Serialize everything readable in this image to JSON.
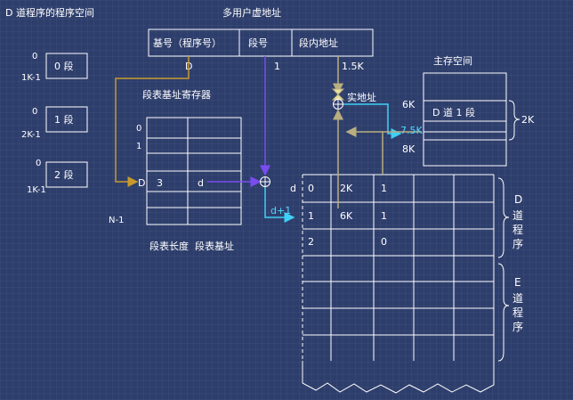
{
  "title": "D 道程序的程序空间",
  "virtual_address": {
    "title": "多用户虚地址",
    "fields": [
      "基号（程序号）",
      "段号",
      "段内地址"
    ],
    "base_value": "D",
    "segment_value": "1",
    "offset_value": "1.5K"
  },
  "program_segments": [
    {
      "start": "0",
      "end": "1K-1",
      "label": "0 段"
    },
    {
      "start": "0",
      "end": "2K-1",
      "label": "1 段"
    },
    {
      "start": "0",
      "end": "1K-1",
      "label": "2 段"
    }
  ],
  "base_register": {
    "title": "段表基址寄存器",
    "row_labels": [
      "0",
      "1",
      "D",
      "N-1"
    ],
    "selected_length": "3",
    "selected_base": "d",
    "footer": "段表长度  段表基址"
  },
  "real_address_label": "实地址",
  "memory": {
    "title": "主存空间",
    "labels": [
      "6K",
      "7.5K",
      "8K"
    ],
    "row_text": "D 道 1 段",
    "brace_label": "2K"
  },
  "segment_table": {
    "base_label": "d",
    "next_label": "d+1",
    "rows": [
      {
        "index": "0",
        "addr": "2K",
        "len": "1"
      },
      {
        "index": "1",
        "addr": "6K",
        "len": "1"
      },
      {
        "index": "2",
        "addr": "",
        "len": "0"
      }
    ],
    "groups": [
      "D 道 程 序",
      "E 道 程 序"
    ]
  },
  "colors": {
    "background": "#2e3e6c",
    "line": "#ffffff",
    "gold_arrow": "#c89a2e",
    "cyan_arrow": "#3fd0f5",
    "purple_arrow": "#7a4cf0",
    "khaki_arrow": "#b8ae7e"
  }
}
